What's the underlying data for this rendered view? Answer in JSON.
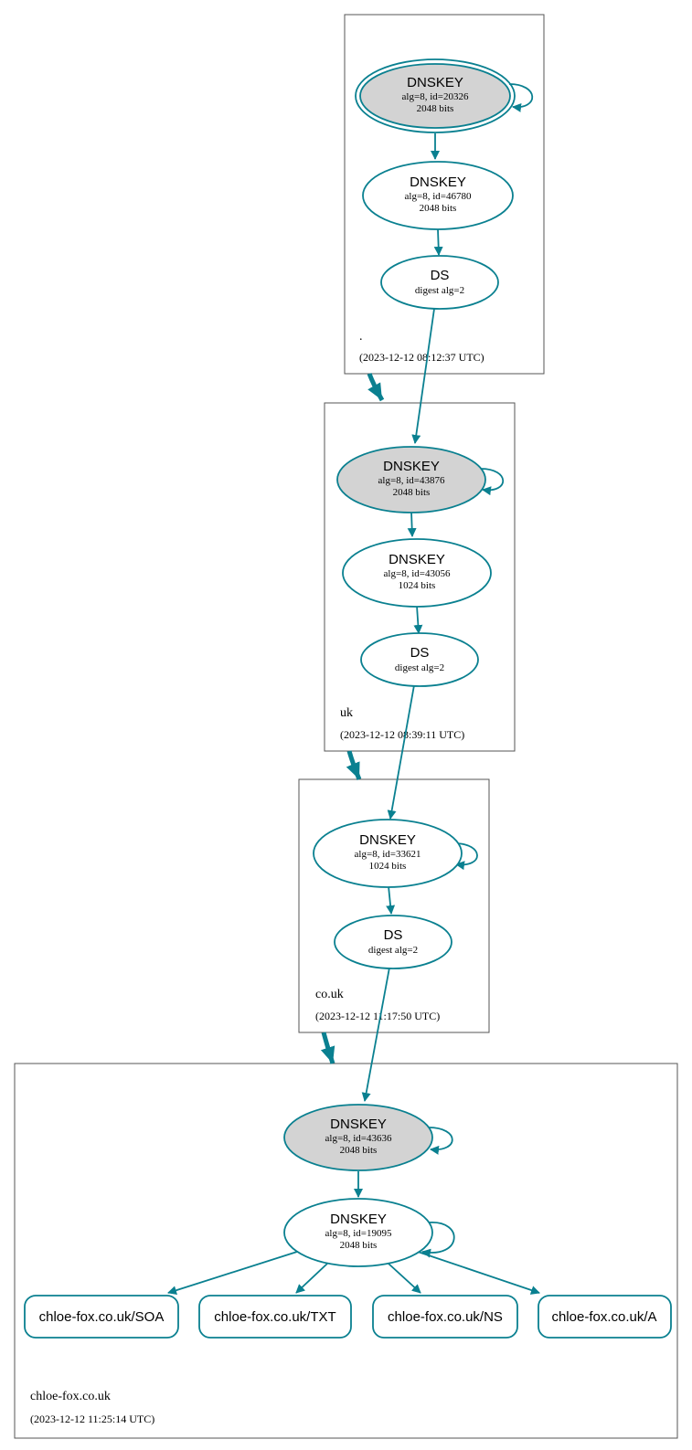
{
  "colors": {
    "edge": "#0a8090",
    "sep_fill": "#d3d3d3",
    "node_fill": "#ffffff",
    "zone_border": "#555555"
  },
  "zones": [
    {
      "name": ".",
      "timestamp": "(2023-12-12 08:12:37 UTC)"
    },
    {
      "name": "uk",
      "timestamp": "(2023-12-12 08:39:11 UTC)"
    },
    {
      "name": "co.uk",
      "timestamp": "(2023-12-12 11:17:50 UTC)"
    },
    {
      "name": "chloe-fox.co.uk",
      "timestamp": "(2023-12-12 11:25:14 UTC)"
    }
  ],
  "nodes": {
    "root_ksk": {
      "title": "DNSKEY",
      "line1": "alg=8, id=20326",
      "line2": "2048 bits"
    },
    "root_zsk": {
      "title": "DNSKEY",
      "line1": "alg=8, id=46780",
      "line2": "2048 bits"
    },
    "root_ds": {
      "title": "DS",
      "line1": "digest alg=2"
    },
    "uk_ksk": {
      "title": "DNSKEY",
      "line1": "alg=8, id=43876",
      "line2": "2048 bits"
    },
    "uk_zsk": {
      "title": "DNSKEY",
      "line1": "alg=8, id=43056",
      "line2": "1024 bits"
    },
    "uk_ds": {
      "title": "DS",
      "line1": "digest alg=2"
    },
    "couk_key": {
      "title": "DNSKEY",
      "line1": "alg=8, id=33621",
      "line2": "1024 bits"
    },
    "couk_ds": {
      "title": "DS",
      "line1": "digest alg=2"
    },
    "cf_ksk": {
      "title": "DNSKEY",
      "line1": "alg=8, id=43636",
      "line2": "2048 bits"
    },
    "cf_zsk": {
      "title": "DNSKEY",
      "line1": "alg=8, id=19095",
      "line2": "2048 bits"
    }
  },
  "rrsets": [
    {
      "label": "chloe-fox.co.uk/SOA"
    },
    {
      "label": "chloe-fox.co.uk/TXT"
    },
    {
      "label": "chloe-fox.co.uk/NS"
    },
    {
      "label": "chloe-fox.co.uk/A"
    }
  ]
}
